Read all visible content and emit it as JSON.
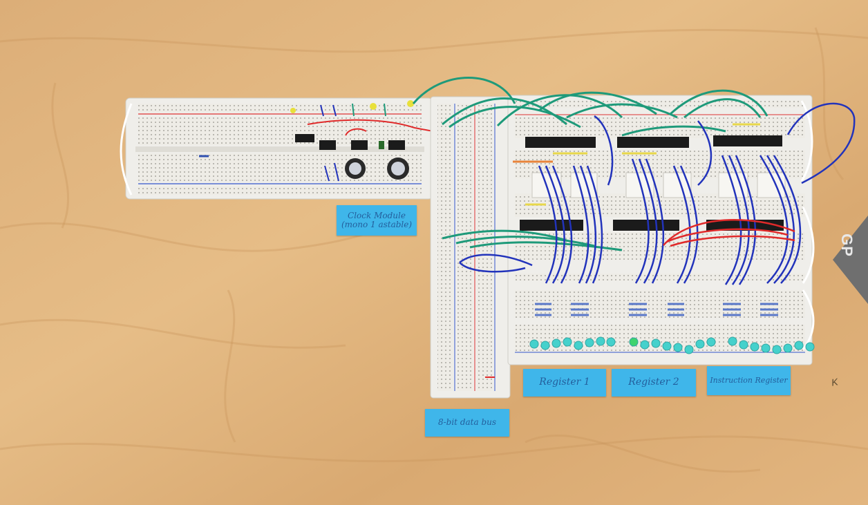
{
  "labels": {
    "clock_module": "Clock Module\n(mono 1 astable)",
    "data_bus": "8-bit data bus",
    "register_1": "Register 1",
    "register_2": "Register 2",
    "instruction_register": "Instruction Register"
  },
  "board_marking": "GP",
  "handwritten_mark": "K",
  "colors": {
    "wood": "#e0b47e",
    "breadboard": "#efeeea",
    "label_tag": "#3fb6ea",
    "wire_blue": "#2233bb",
    "wire_green": "#1e9a7a",
    "wire_red": "#e02a2a",
    "led": "#45d1cc",
    "chip": "#1b1b1b"
  }
}
